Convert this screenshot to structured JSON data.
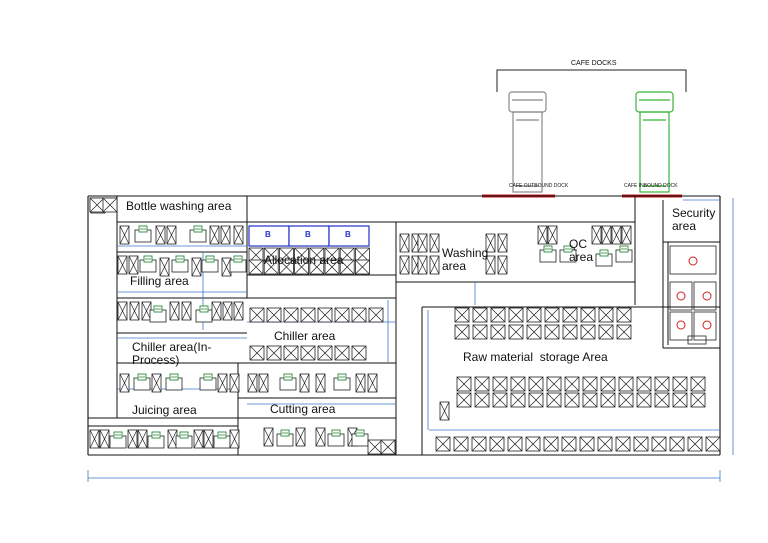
{
  "header": {
    "docks_label": "CAFE DOCKS"
  },
  "docks": [
    {
      "name": "CAFE OUTBOUND DOCK",
      "truck_color": "#888888"
    },
    {
      "name": "CAFE INBOUND DOCK",
      "truck_color": "#36b336"
    }
  ],
  "areas": {
    "bottle_washing": "Bottle washing area",
    "filling": "Filling area",
    "allocation": "Allocation area",
    "chiller": "Chiller area",
    "chiller_in_process": "Chiller area(In-Process)",
    "juicing": "Juicing area",
    "cutting": "Cutting area",
    "washing": "Washing area",
    "qc": "QC area",
    "raw_material": "Raw material  storage Area",
    "security": "Security area"
  },
  "allocation_bins": [
    "B",
    "B",
    "B"
  ],
  "colors": {
    "wall": "#111111",
    "dimension": "#3a78c9",
    "dock_red": "#c0171c",
    "bin_blue": "#2233cc",
    "fixture_green": "#2a8a3a",
    "toilet_red": "#d42020"
  }
}
